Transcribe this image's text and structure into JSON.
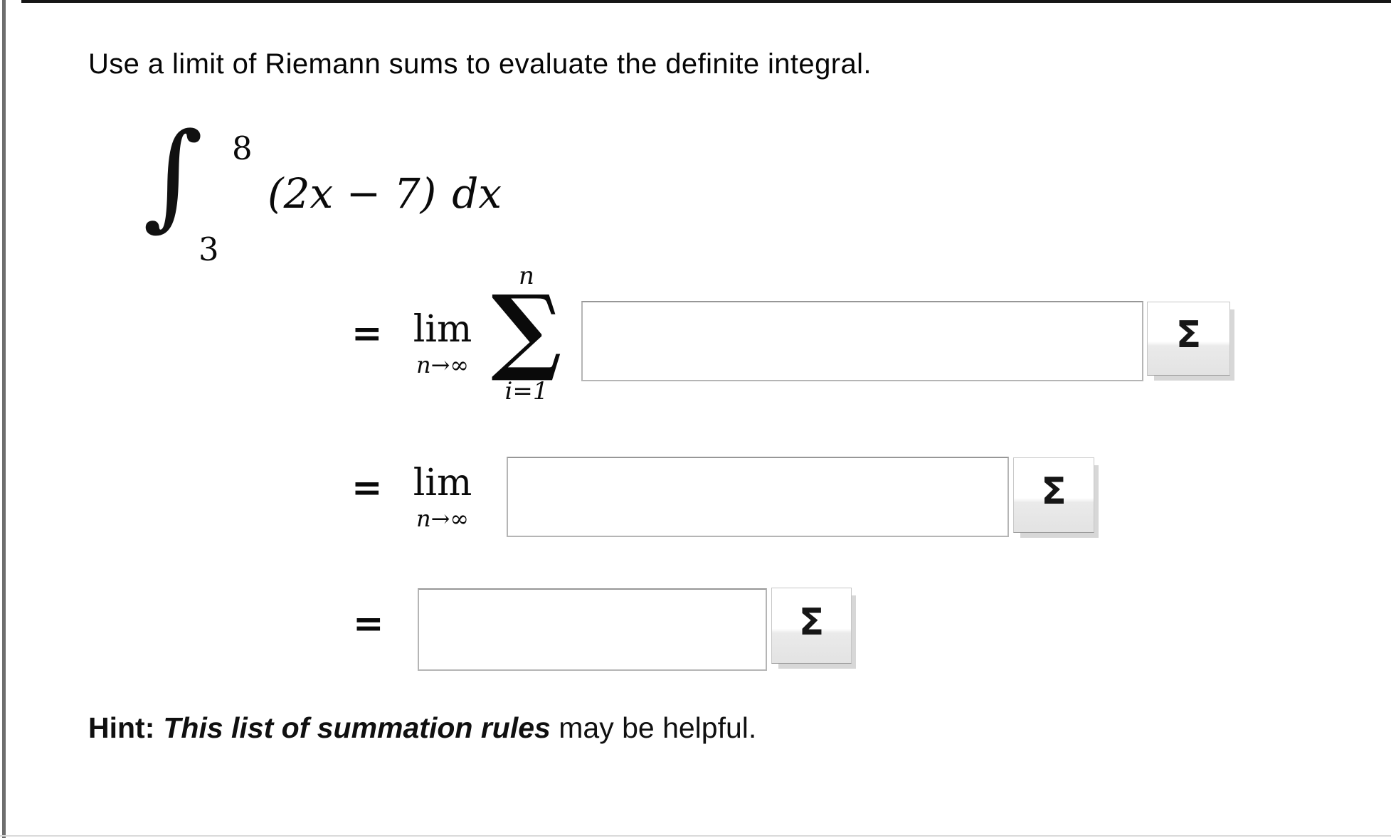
{
  "page": {
    "prompt": "Use a limit of Riemann sums to evaluate the definite integral.",
    "integral": {
      "sign": "∫",
      "upper": "8",
      "lower": "3",
      "integrand": "(2x − 7)",
      "differential": "dx"
    },
    "line1": {
      "equals": "=",
      "lim": "lim",
      "lim_sub": "n→∞",
      "sum_sign": "∑",
      "sum_upper": "n",
      "sum_lower": "i=1",
      "input_value": "",
      "button_label": "Σ"
    },
    "line2": {
      "equals": "=",
      "lim": "lim",
      "lim_sub": "n→∞",
      "input_value": "",
      "button_label": "Σ"
    },
    "line3": {
      "equals": "=",
      "input_value": "",
      "button_label": "Σ"
    },
    "hint": {
      "label": "Hint:",
      "link": "This list of summation rules",
      "rest": " may be helpful."
    }
  }
}
